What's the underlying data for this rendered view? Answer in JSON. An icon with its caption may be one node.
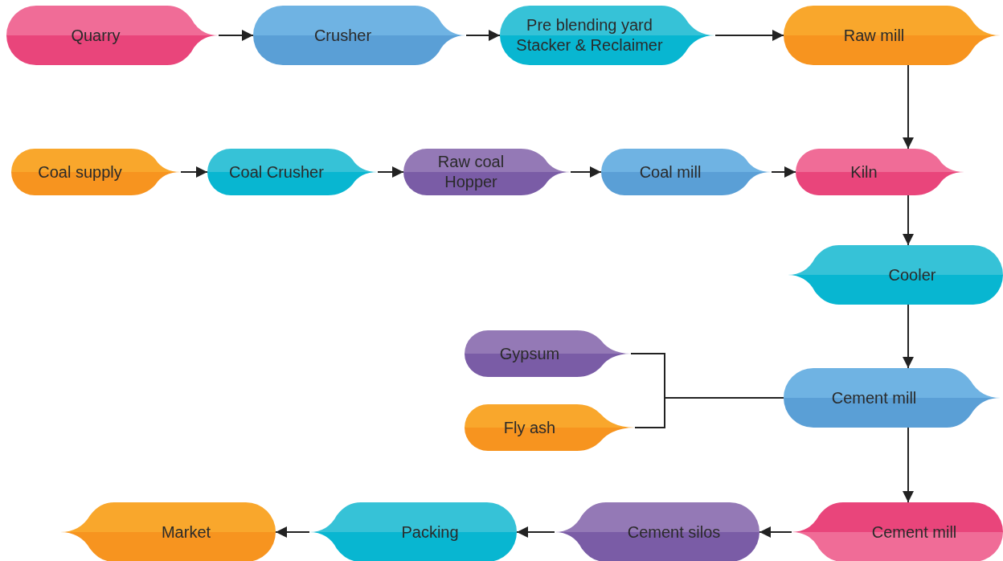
{
  "diagram": {
    "nodes": [
      {
        "text": [
          "Quarry"
        ]
      },
      {
        "text": [
          "Crusher"
        ]
      },
      {
        "text": [
          "Pre blending yard Stacker & Reclaimer"
        ]
      },
      {
        "text": [
          "Raw mill"
        ]
      },
      {
        "text": [
          "Coal supply"
        ]
      },
      {
        "text": [
          "Coal Crusher"
        ]
      },
      {
        "text": [
          "Raw coal Hopper"
        ]
      },
      {
        "text": [
          "Coal mill"
        ]
      },
      {
        "text": [
          "Kiln"
        ]
      },
      {
        "text": [
          "Cooler"
        ]
      },
      {
        "text": [
          "Gypsum"
        ]
      },
      {
        "text": [
          "Fly ash"
        ]
      },
      {
        "text": [
          "Cement mill"
        ]
      },
      {
        "text": [
          "Cement mill"
        ]
      },
      {
        "text": [
          "Cement silos"
        ]
      },
      {
        "text": [
          "Packing"
        ]
      },
      {
        "text": [
          "Market"
        ]
      }
    ],
    "edges": [
      {
        "from": 0,
        "to": 1,
        "arrow": "to"
      },
      {
        "from": 1,
        "to": 2,
        "arrow": "to"
      },
      {
        "from": 2,
        "to": 3,
        "arrow": "to"
      },
      {
        "from": 3,
        "to": 8,
        "arrow": "to"
      },
      {
        "from": 4,
        "to": 5,
        "arrow": "to"
      },
      {
        "from": 5,
        "to": 6,
        "arrow": "to"
      },
      {
        "from": 6,
        "to": 7,
        "arrow": "to"
      },
      {
        "from": 7,
        "to": 8,
        "arrow": "to"
      },
      {
        "from": 8,
        "to": 9,
        "arrow": "to"
      },
      {
        "from": 9,
        "to": 12,
        "arrow": "to"
      },
      {
        "from": 10,
        "to": 12,
        "arrow": "none"
      },
      {
        "from": 11,
        "to": 12,
        "arrow": "none"
      },
      {
        "from": 12,
        "to": 13,
        "arrow": "to"
      },
      {
        "from": 13,
        "to": 14,
        "arrow": "to"
      },
      {
        "from": 14,
        "to": 15,
        "arrow": "to"
      },
      {
        "from": 15,
        "to": 16,
        "arrow": "to"
      }
    ]
  }
}
